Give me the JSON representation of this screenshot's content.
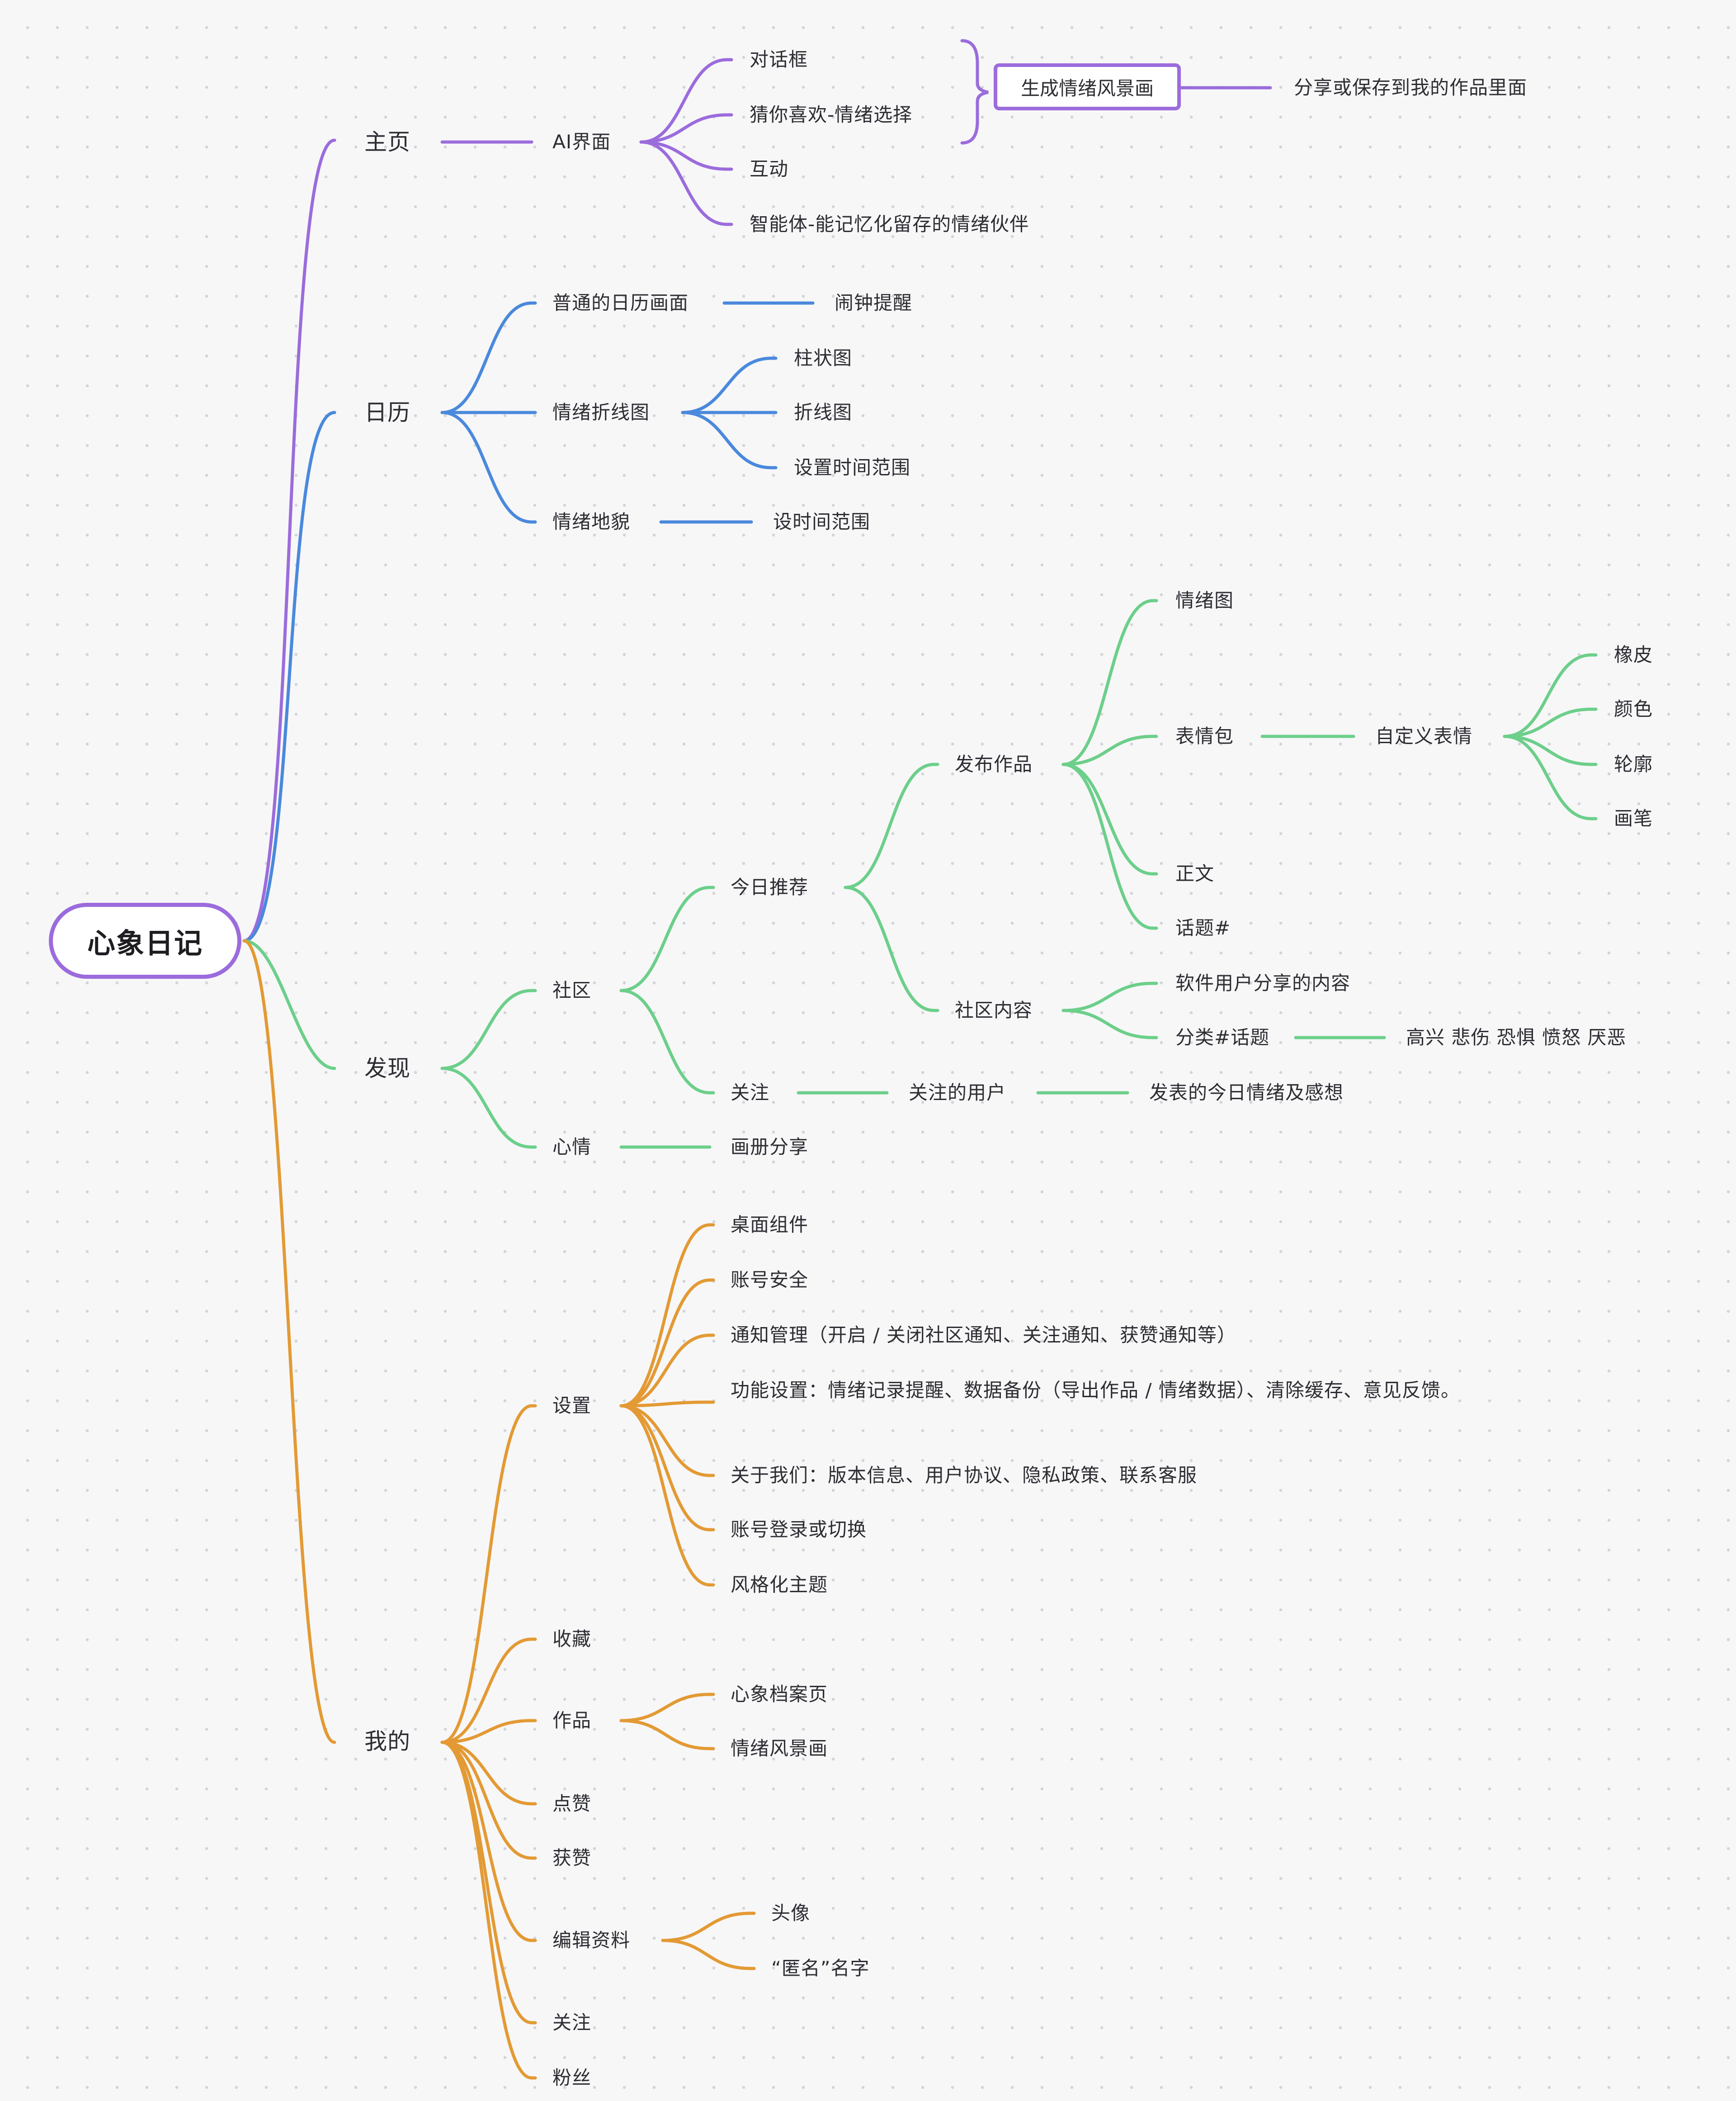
{
  "root": "心象日记",
  "colors": {
    "home": "#9b6cdc",
    "calendar": "#4a89dc",
    "discover": "#6ccf8a",
    "mine": "#e39a34"
  },
  "home": {
    "label": "主页",
    "ai": "AI界面",
    "ai_items": [
      "对话框",
      "猜你喜欢-情绪选择",
      "互动",
      "智能体-能记忆化留存的情绪伙伴"
    ],
    "generate": "生成情绪风景画",
    "share": "分享或保存到我的作品里面"
  },
  "calendar": {
    "label": "日历",
    "normal": "普通的日历画面",
    "alarm": "闹钟提醒",
    "mood_chart": "情绪折线图",
    "mood_chart_items": [
      "柱状图",
      "折线图",
      "设置时间范围"
    ],
    "mood_map": "情绪地貌",
    "mood_map_item": "设时间范围"
  },
  "discover": {
    "label": "发现",
    "community": "社区",
    "today": "今日推荐",
    "publish": "发布作品",
    "emotion_pic": "情绪图",
    "sticker": "表情包",
    "custom_emoji": "自定义表情",
    "tools": [
      "橡皮",
      "颜色",
      "轮廓",
      "画笔"
    ],
    "body_text": "正文",
    "topic": "话题#",
    "community_content": "社区内容",
    "user_share": "软件用户分享的内容",
    "category_topic": "分类#话题",
    "emotions": "高兴 悲伤 恐惧 愤怒 厌恶",
    "follow": "关注",
    "followed_users": "关注的用户",
    "posts": "发表的今日情绪及感想",
    "mood": "心情",
    "album": "画册分享"
  },
  "mine": {
    "label": "我的",
    "settings": "设置",
    "settings_items": [
      "桌面组件",
      "账号安全",
      "通知管理（开启 / 关闭社区通知、关注通知、获赞通知等）",
      "功能设置：情绪记录提醒、数据备份（导出作品 / 情绪数据）、清除缓存、意见反馈。",
      "关于我们：版本信息、用户协议、隐私政策、联系客服",
      "账号登录或切换",
      "风格化主题"
    ],
    "favorites": "收藏",
    "works": "作品",
    "works_items": [
      "心象档案页",
      "情绪风景画"
    ],
    "likes": "点赞",
    "liked": "获赞",
    "edit_profile": "编辑资料",
    "profile_items": [
      "头像",
      "“匿名”名字"
    ],
    "following": "关注",
    "fans": "粉丝"
  }
}
